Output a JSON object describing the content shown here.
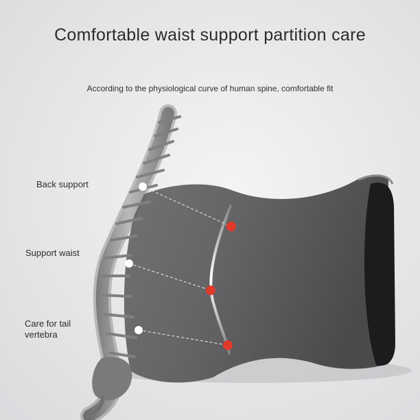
{
  "title": "Comfortable waist support partition care",
  "subtitle": "According to the physiological curve of human spine, comfortable fit",
  "labels": {
    "back": "Back support",
    "waist": "Support waist",
    "tail": "Care for tail vertebra"
  },
  "colors": {
    "background": "#e9e9eb",
    "pillow": "#5e5e60",
    "pillow_edge": "#1f1f21",
    "marker_red": "#e03a2a",
    "marker_white": "#ffffff",
    "spine": "#8a8a8c"
  }
}
